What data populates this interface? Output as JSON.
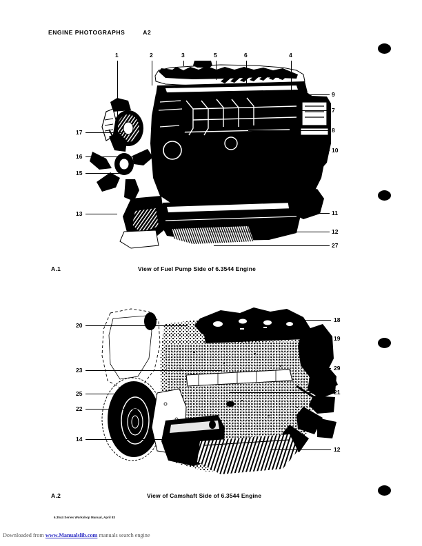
{
  "header": {
    "title": "ENGINE PHOTOGRAPHS",
    "section": "A2"
  },
  "figures": [
    {
      "label": "A.1",
      "caption": "View of Fuel Pump Side of 6.3544 Engine",
      "callouts_top": [
        "1",
        "2",
        "3",
        "5",
        "6",
        "4"
      ],
      "callouts_left": [
        "17",
        "16",
        "15",
        "13"
      ],
      "callouts_right": [
        "9",
        "7",
        "8",
        "10",
        "11",
        "12",
        "27"
      ]
    },
    {
      "label": "A.2",
      "caption": "View of Camshaft Side of 6.3544 Engine",
      "callouts_left": [
        "20",
        "23",
        "25",
        "22",
        "14"
      ],
      "callouts_right": [
        "18",
        "19",
        "29",
        "21",
        "12"
      ]
    }
  ],
  "footer": {
    "manual_note": "6.3544 Series Workshop Manual, April 83"
  },
  "watermark": {
    "prefix": "Downloaded from ",
    "link": "www.Manualslib.com",
    "suffix": " manuals search engine"
  },
  "colors": {
    "ink": "#000000",
    "link": "#2b2bc4",
    "paper": "#ffffff"
  }
}
